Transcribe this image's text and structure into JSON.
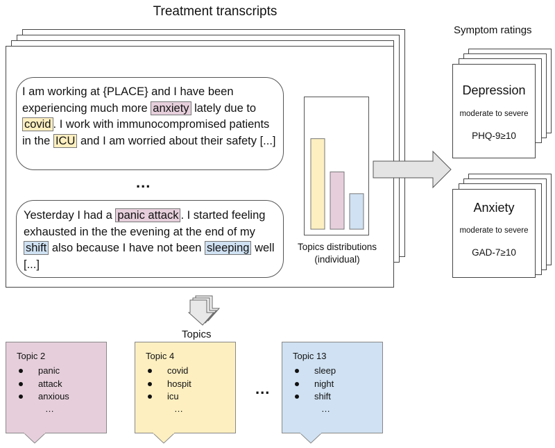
{
  "title": "Treatment transcripts",
  "colors": {
    "pink": "#e6cfdb",
    "yellow": "#fdefc0",
    "blue": "#cfe1f2"
  },
  "transcript_1": {
    "parts": [
      {
        "text": "I am working at {PLACE} and I have been experiencing much more "
      },
      {
        "text": "anxiety",
        "highlight": "pink"
      },
      {
        "text": " lately due to "
      },
      {
        "text": "covid",
        "highlight": "yellow"
      },
      {
        "text": ". I work with immunocompromised patients in the "
      },
      {
        "text": "ICU",
        "highlight": "yellow"
      },
      {
        "text": " and I am worried about their safety [...]"
      }
    ]
  },
  "transcript_ellipsis": "...",
  "transcript_2": {
    "parts": [
      {
        "text": "Yesterday I had a "
      },
      {
        "text": "panic attack",
        "highlight": "pink"
      },
      {
        "text": ". I started feeling exhausted in the the evening at the end of my "
      },
      {
        "text": "shift",
        "highlight": "blue"
      },
      {
        "text": " also because I have not been "
      },
      {
        "text": "sleeping",
        "highlight": "blue"
      },
      {
        "text": " well [...]"
      }
    ]
  },
  "topic_distribution": {
    "caption_line1": "Topics distributions",
    "caption_line2": "(individual)",
    "bars": [
      {
        "color": "yellow",
        "value": 0.79
      },
      {
        "color": "pink",
        "value": 0.5
      },
      {
        "color": "blue",
        "value": 0.31
      }
    ]
  },
  "symptom_ratings": {
    "heading": "Symptom ratings",
    "items": [
      {
        "title": "Depression",
        "severity": "moderate to severe",
        "score": "PHQ-9≥10"
      },
      {
        "title": "Anxiety",
        "severity": "moderate to severe",
        "score": "GAD-7≥10"
      }
    ]
  },
  "topics": {
    "heading": "Topics",
    "ellipsis": "...",
    "cards": [
      {
        "title": "Topic 2",
        "color": "pink",
        "words": [
          "panic",
          "attack",
          "anxious"
        ],
        "more": "…"
      },
      {
        "title": "Topic 4",
        "color": "yellow",
        "words": [
          "covid",
          "hospit",
          "icu"
        ],
        "more": "…"
      },
      {
        "title": "Topic 13",
        "color": "blue",
        "words": [
          "sleep",
          "night",
          "shift"
        ],
        "more": "…"
      }
    ]
  }
}
